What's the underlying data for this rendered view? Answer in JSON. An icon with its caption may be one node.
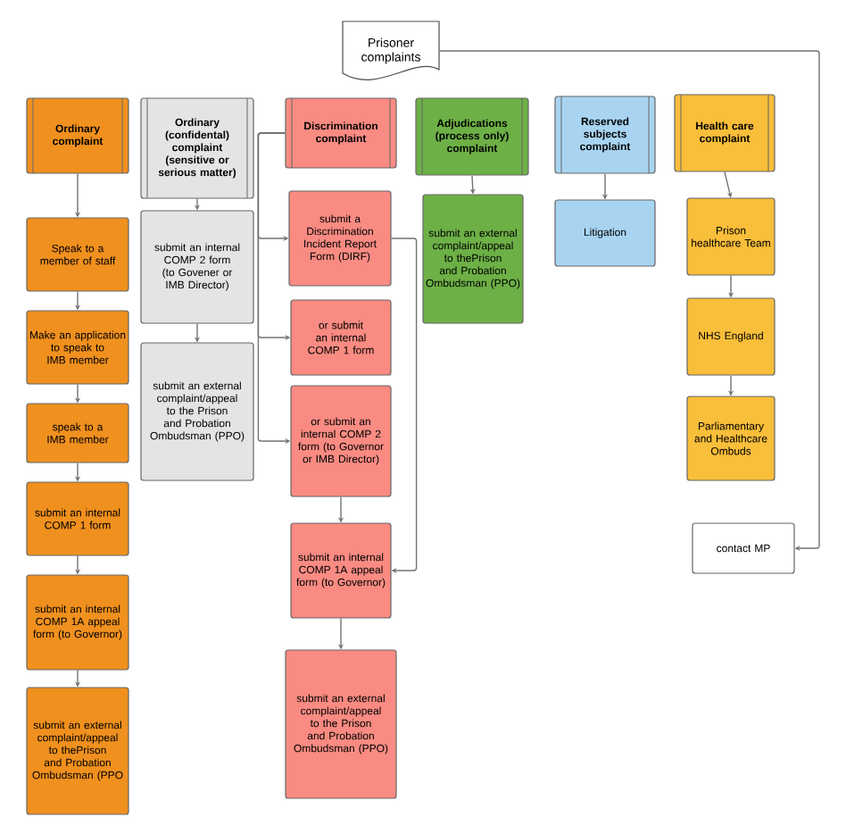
{
  "diagram": {
    "nodes": [
      {
        "text": [
          "Prisoner complaints"
        ]
      },
      {
        "text": [
          "Ordinary complaint"
        ]
      },
      {
        "text": [
          "Speak to a member of staff"
        ]
      },
      {
        "text": [
          "Make an application to speak to IMB member"
        ]
      },
      {
        "text": [
          "speak to a IMB member"
        ]
      },
      {
        "text": [
          "submit an internal COMP 1 form"
        ]
      },
      {
        "text": [
          "submit an internal COMP 1A appeal form (to Governor)"
        ]
      },
      {
        "text": [
          "submit an external complaint/appeal to thePrison and Probation Ombudsman (PPO"
        ]
      },
      {
        "text": [
          "Ordinary (confidental) complaint (sensitive or serious matter)"
        ]
      },
      {
        "text": [
          "submit an internal COMP 2 form (to Govener or IMB Director)"
        ]
      },
      {
        "text": [
          "submit an external complaint/appeal to the Prison and Probation Ombudsman (PPO)"
        ]
      },
      {
        "text": [
          "Discrimination complaint"
        ]
      },
      {
        "text": [
          "submit a Discrimination Incident Report Form (DIRF)"
        ]
      },
      {
        "text": [
          "or submit an internal COMP 1 form"
        ]
      },
      {
        "text": [
          "or submit an internal COMP 2 form (to Governor or IMB Director)"
        ]
      },
      {
        "text": [
          "submit an internal COMP 1A appeal form (to Governor)"
        ]
      },
      {
        "text": [
          "submit an external complaint/appeal to the Prison and Probation Ombudsman (PPO)"
        ]
      },
      {
        "text": [
          "Adjudications (process only) complaint"
        ]
      },
      {
        "text": [
          "submit an external complaint/appeal to thePrison and Probation Ombudsman (PPO)"
        ]
      },
      {
        "text": [
          "Reserved subjects complaint"
        ]
      },
      {
        "text": [
          "Litigation"
        ]
      },
      {
        "text": [
          "Health care complaint"
        ]
      },
      {
        "text": [
          "Prison healthcare Team"
        ]
      },
      {
        "text": [
          "NHS England"
        ]
      },
      {
        "text": [
          "Parliamentary and Healthcare Ombuds"
        ]
      },
      {
        "text": [
          "contact MP"
        ]
      }
    ],
    "edges": [
      {
        "from": 1,
        "to": 2,
        "arrow": "to"
      },
      {
        "from": 2,
        "to": 3,
        "arrow": "to"
      },
      {
        "from": 3,
        "to": 4,
        "arrow": "to"
      },
      {
        "from": 4,
        "to": 5,
        "arrow": "to"
      },
      {
        "from": 5,
        "to": 6,
        "arrow": "to"
      },
      {
        "from": 6,
        "to": 7,
        "arrow": "to"
      },
      {
        "from": 8,
        "to": 9,
        "arrow": "to"
      },
      {
        "from": 9,
        "to": 10,
        "arrow": "to"
      },
      {
        "from": 11,
        "to": 12,
        "arrow": "to"
      },
      {
        "from": 11,
        "to": 13,
        "arrow": "to"
      },
      {
        "from": 11,
        "to": 14,
        "arrow": "to"
      },
      {
        "from": 12,
        "to": 15,
        "arrow": "to"
      },
      {
        "from": 14,
        "to": 15,
        "arrow": "to"
      },
      {
        "from": 15,
        "to": 16,
        "arrow": "to"
      },
      {
        "from": 17,
        "to": 18,
        "arrow": "to"
      },
      {
        "from": 19,
        "to": 20,
        "arrow": "to"
      },
      {
        "from": 21,
        "to": 22,
        "arrow": "to"
      },
      {
        "from": 22,
        "to": 23,
        "arrow": "to"
      },
      {
        "from": 23,
        "to": 24,
        "arrow": "to"
      },
      {
        "from": 0,
        "to": 25,
        "arrow": "to"
      }
    ]
  }
}
